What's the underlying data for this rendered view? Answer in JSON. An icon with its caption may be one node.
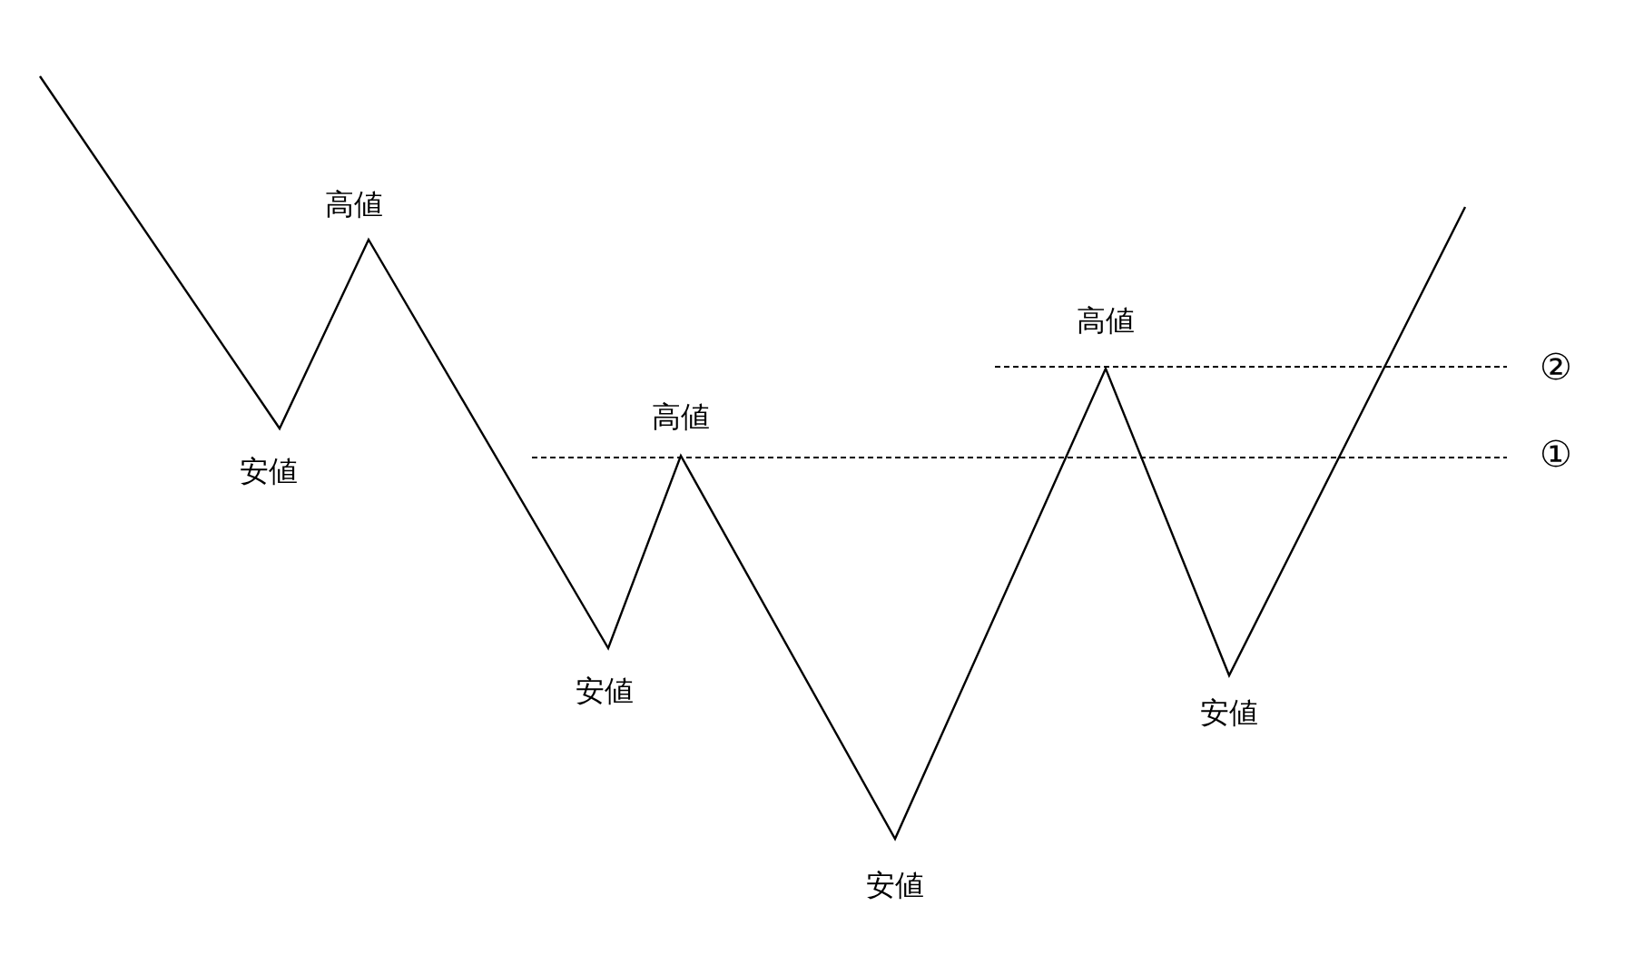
{
  "diagram": {
    "labels": [
      "高値",
      "高値",
      "②",
      "高値",
      "安値",
      "①",
      "安値",
      "安値",
      "安値"
    ]
  }
}
